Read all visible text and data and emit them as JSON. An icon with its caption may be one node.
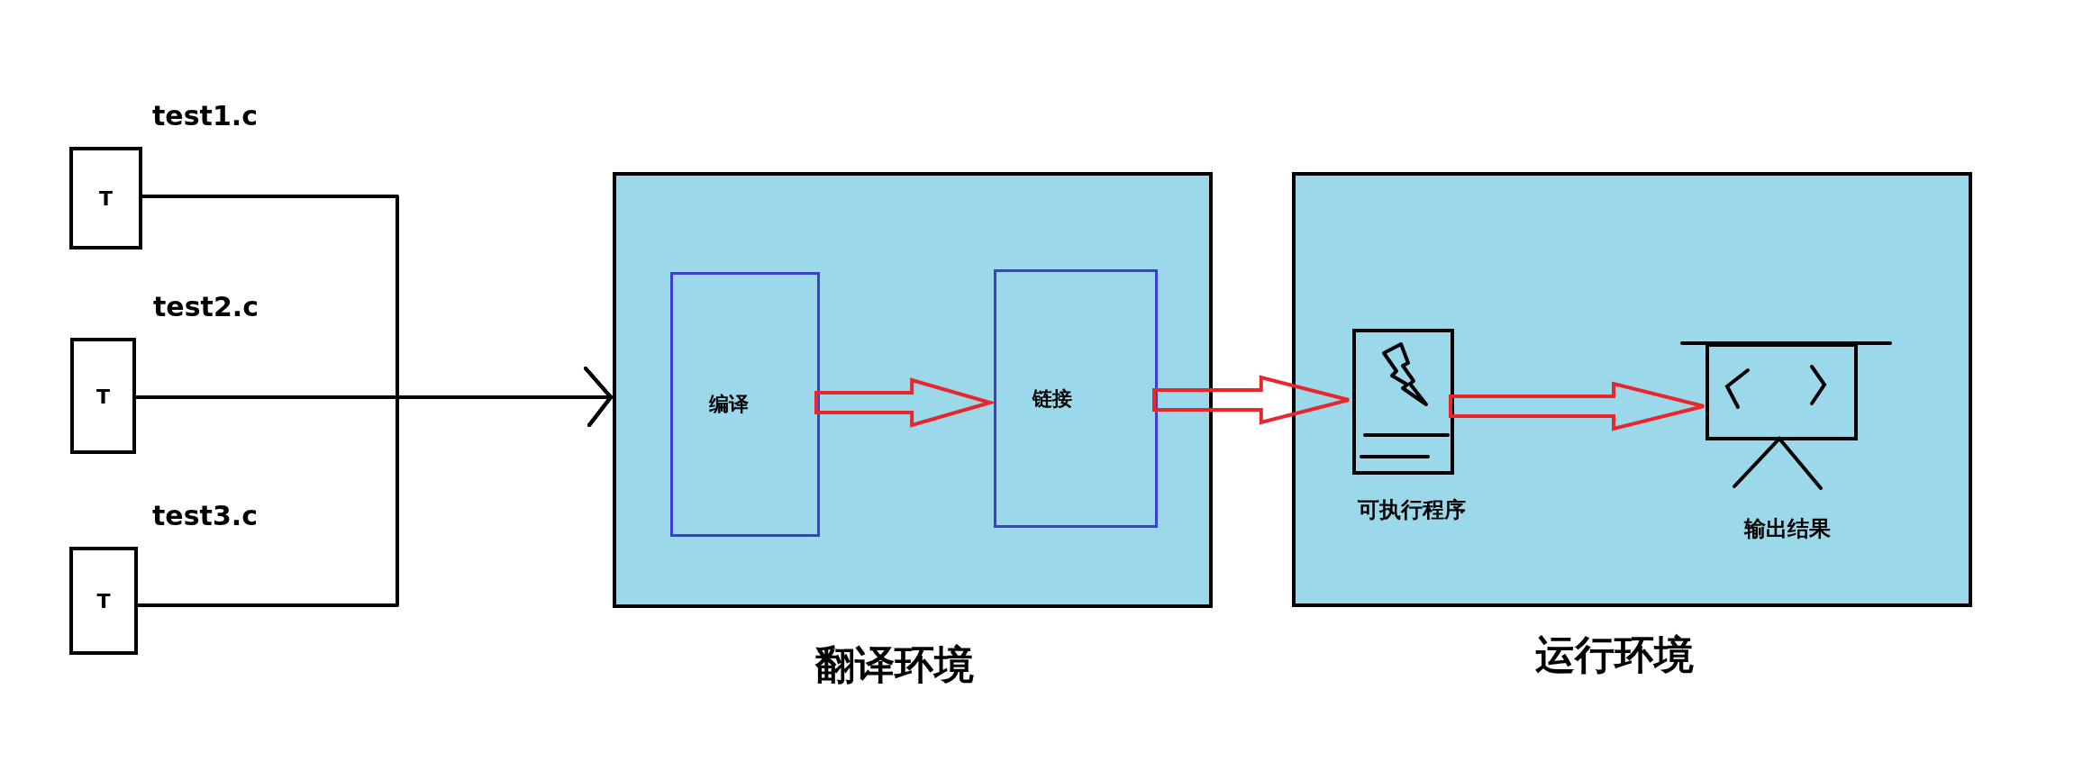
{
  "diagram": {
    "nodes": [
      {
        "text": [
          "T"
        ],
        "beside": [
          "test1.c"
        ]
      },
      {
        "text": [
          "T"
        ],
        "beside": [
          "test2.c"
        ]
      },
      {
        "text": [
          "T"
        ],
        "beside": [
          "test3.c"
        ]
      },
      {
        "text": [
          "翻译环境"
        ]
      },
      {
        "text": [
          "编译"
        ],
        "in": 3
      },
      {
        "text": [
          "链接"
        ],
        "in": 3
      },
      {
        "text": [
          "运行环境"
        ]
      },
      {
        "text": [
          "可执行程序"
        ],
        "in": 6
      },
      {
        "text": [
          "输出结果"
        ],
        "in": 6
      }
    ],
    "edges": [
      {
        "from": 0,
        "to": 3,
        "arrow": "to"
      },
      {
        "from": 1,
        "to": 3,
        "arrow": "to"
      },
      {
        "from": 2,
        "to": 3,
        "arrow": "to"
      },
      {
        "from": 4,
        "to": 5,
        "arrow": "to",
        "style": "thick",
        "color": "#e8262b"
      },
      {
        "from": 5,
        "to": 7,
        "arrow": "to",
        "style": "thick",
        "color": "#e8262b"
      },
      {
        "from": 7,
        "to": 8,
        "arrow": "to",
        "style": "thick",
        "color": "#e8262b"
      }
    ]
  }
}
